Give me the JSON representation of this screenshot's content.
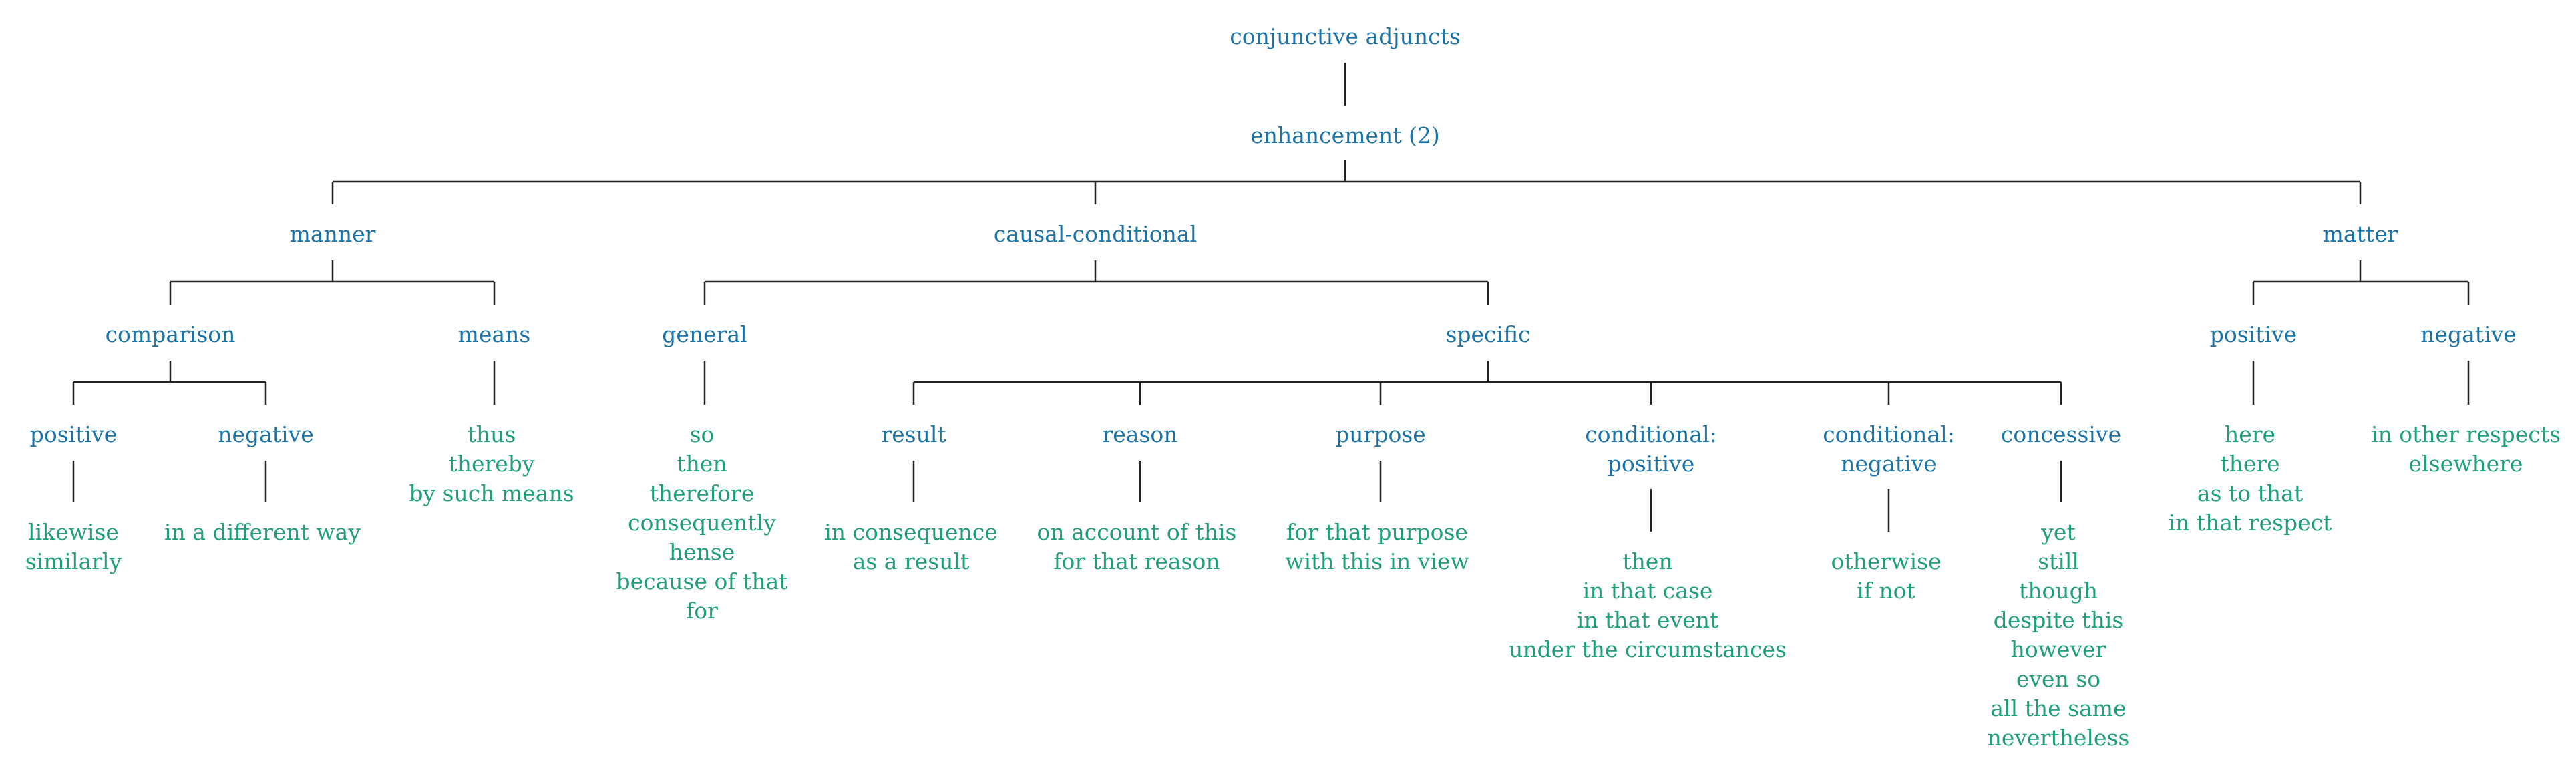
{
  "tree": {
    "root": "conjunctive adjuncts",
    "level1": "enhancement (2)",
    "manner": {
      "label": "manner",
      "comparison": "comparison",
      "comparison_positive": "positive",
      "comparison_positive_words": [
        "likewise",
        "similarly"
      ],
      "comparison_negative": "negative",
      "comparison_negative_words": [
        "in a different way"
      ],
      "means": "means",
      "means_words": [
        "thus",
        "thereby",
        "by such means"
      ]
    },
    "causal": {
      "label": "causal-conditional",
      "general": "general",
      "general_words": [
        "so",
        "then",
        "therefore",
        "consequently",
        "hense",
        "because of that",
        "for"
      ],
      "specific": "specific",
      "result": "result",
      "result_words": [
        "in consequence",
        "as a result"
      ],
      "reason": "reason",
      "reason_words": [
        "on account of this",
        "for that reason"
      ],
      "purpose": "purpose",
      "purpose_words": [
        "for that purpose",
        "with this in view"
      ],
      "cond_pos": [
        "conditional:",
        "positive"
      ],
      "cond_pos_words": [
        "then",
        "in that case",
        "in that event",
        "under the circumstances"
      ],
      "cond_neg": [
        "conditional:",
        "negative"
      ],
      "cond_neg_words": [
        "otherwise",
        "if not"
      ],
      "concessive": "concessive",
      "concessive_words": [
        "yet",
        "still",
        "though",
        "despite this",
        "however",
        "even so",
        "all the same",
        "nevertheless"
      ]
    },
    "matter": {
      "label": "matter",
      "positive": "positive",
      "positive_words": [
        "here",
        "there",
        "as to that",
        "in that respect"
      ],
      "negative": "negative",
      "negative_words": [
        "in other respects",
        "elsewhere"
      ]
    }
  },
  "colors": {
    "node": "#1a73a8",
    "leaf": "#1f9e7a",
    "edge": "#222222"
  }
}
